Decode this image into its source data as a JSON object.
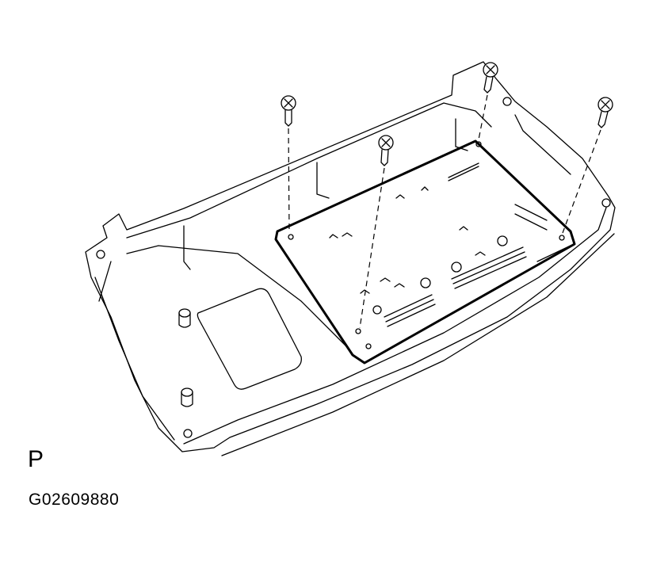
{
  "figure": {
    "view_letter": "P",
    "figure_code": "G02609880",
    "icons": [
      "housing-tray",
      "circuit-board",
      "screw"
    ]
  }
}
